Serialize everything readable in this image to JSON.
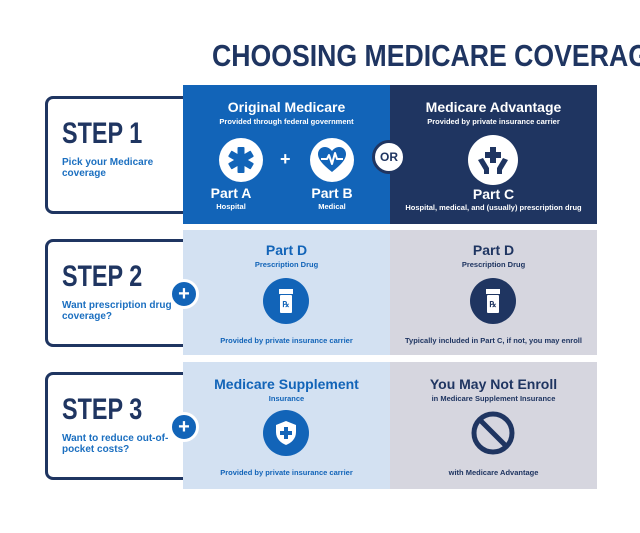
{
  "title": "CHOOSING MEDICARE COVERAGE",
  "steps": [
    {
      "label": "STEP 1",
      "desc": "Pick your Medicare coverage"
    },
    {
      "label": "STEP 2",
      "desc": "Want prescription drug coverage?"
    },
    {
      "label": "STEP 3",
      "desc": "Want to reduce out-of-pocket costs?"
    }
  ],
  "row1": {
    "original": {
      "title": "Original Medicare",
      "subtitle": "Provided through federal government",
      "part_a": {
        "label": "Part A",
        "sub": "Hospital",
        "icon": "medical-star-icon"
      },
      "plus": "+",
      "part_b": {
        "label": "Part B",
        "sub": "Medical",
        "icon": "heart-pulse-icon"
      }
    },
    "or": "OR",
    "advantage": {
      "title": "Medicare Advantage",
      "subtitle": "Provided by private insurance carrier",
      "part_c": {
        "label": "Part C",
        "sub": "Hospital, medical, and (usually) prescription drug",
        "icon": "hands-cross-icon"
      }
    }
  },
  "row2": {
    "left": {
      "title": "Part D",
      "subtitle": "Prescription Drug",
      "icon": "prescription-bottle-icon",
      "footer": "Provided by private insurance carrier"
    },
    "right": {
      "title": "Part D",
      "subtitle": "Prescription Drug",
      "icon": "prescription-bottle-icon",
      "footer": "Typically included in Part C, if not, you may enroll"
    }
  },
  "row3": {
    "left": {
      "title": "Medicare Supplement",
      "subtitle": "Insurance",
      "icon": "shield-cross-icon",
      "footer": "Provided by private insurance carrier"
    },
    "right": {
      "title": "You May Not Enroll",
      "subtitle": "in Medicare Supplement Insurance",
      "icon": "prohibited-icon",
      "footer": "with Medicare Advantage"
    }
  },
  "step_plus": "+",
  "colors": {
    "blue": "#1264b8",
    "navy": "#1f3561",
    "light_blue": "#d3e1f2",
    "light_gray": "#d6d6df"
  }
}
